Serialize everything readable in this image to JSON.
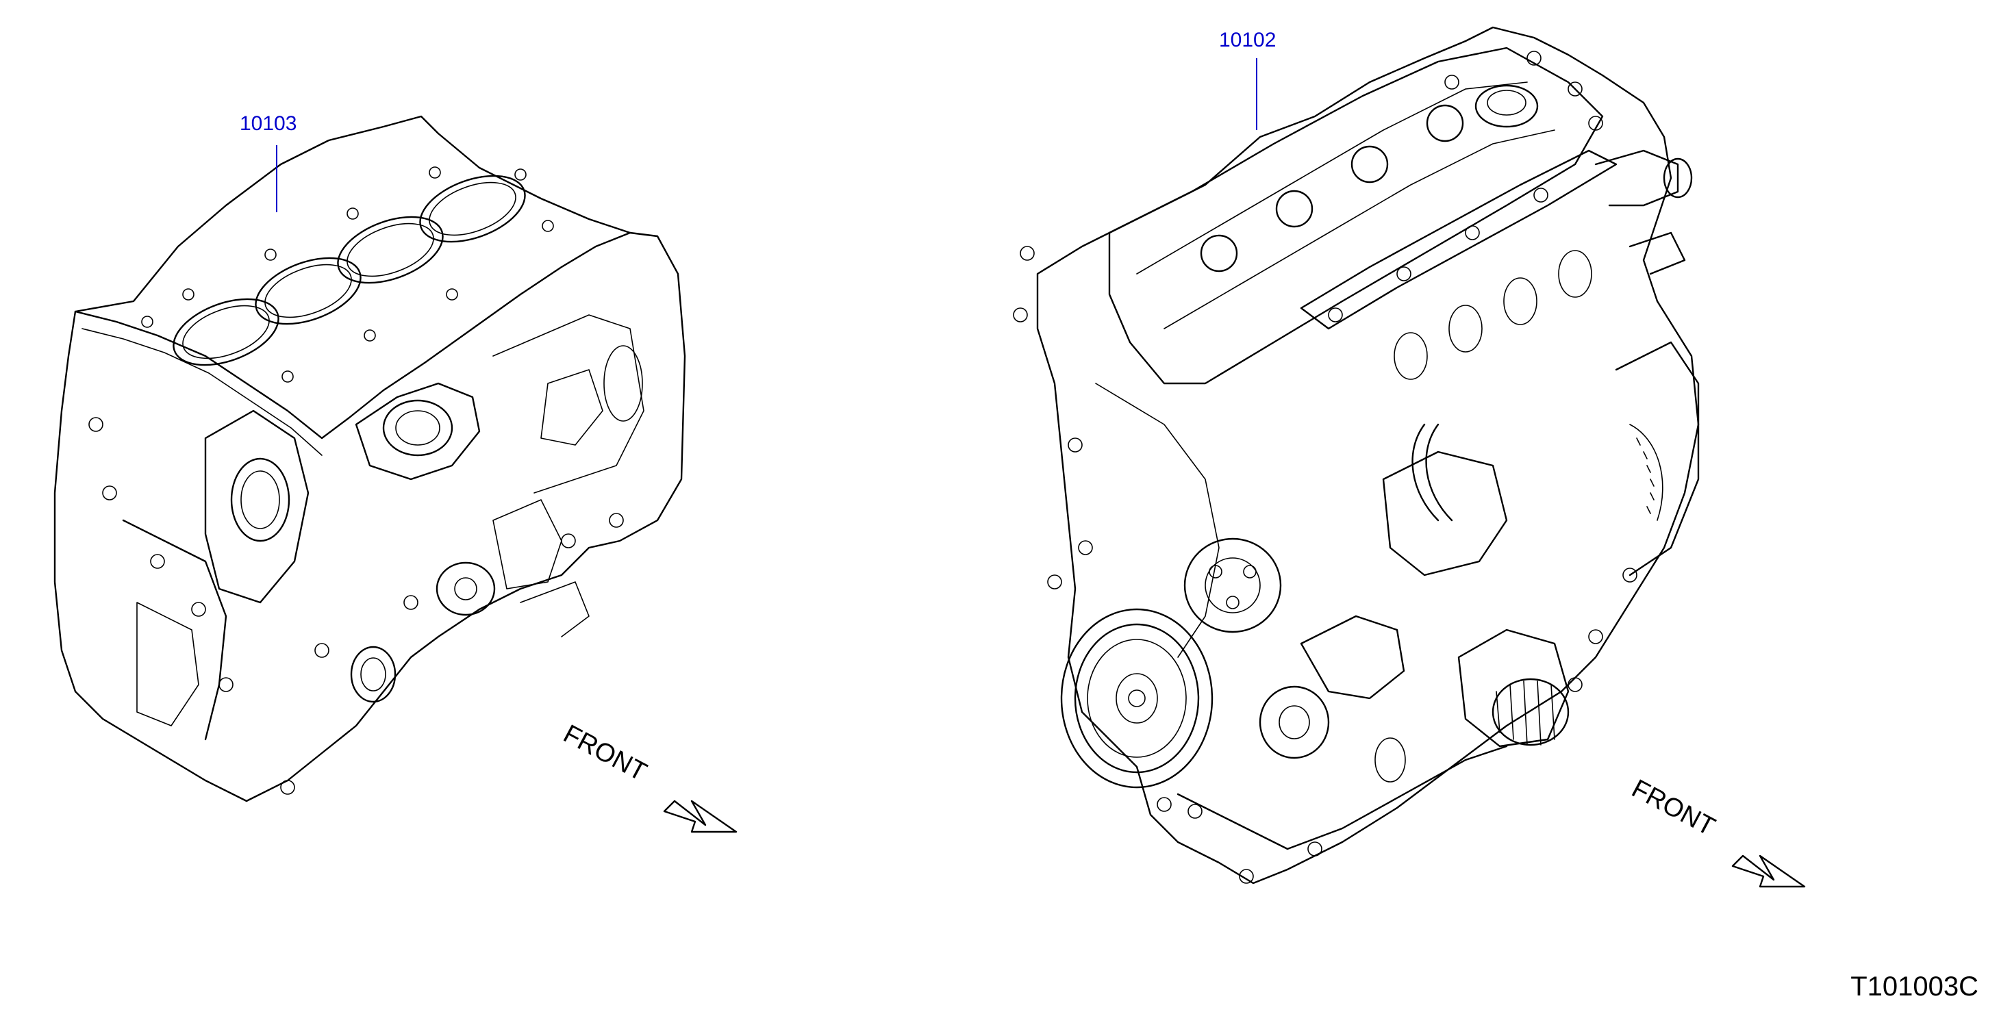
{
  "parts": [
    {
      "id": "block",
      "part_number": "10103"
    },
    {
      "id": "engine",
      "part_number": "10102"
    }
  ],
  "direction_labels": [
    "FRONT",
    "FRONT"
  ],
  "illustration_code": "T101003C",
  "colors": {
    "callout": "#0000cc",
    "line": "#000000",
    "background": "#ffffff"
  },
  "icons": {
    "front_arrow": "arrow-down-right-icon"
  }
}
